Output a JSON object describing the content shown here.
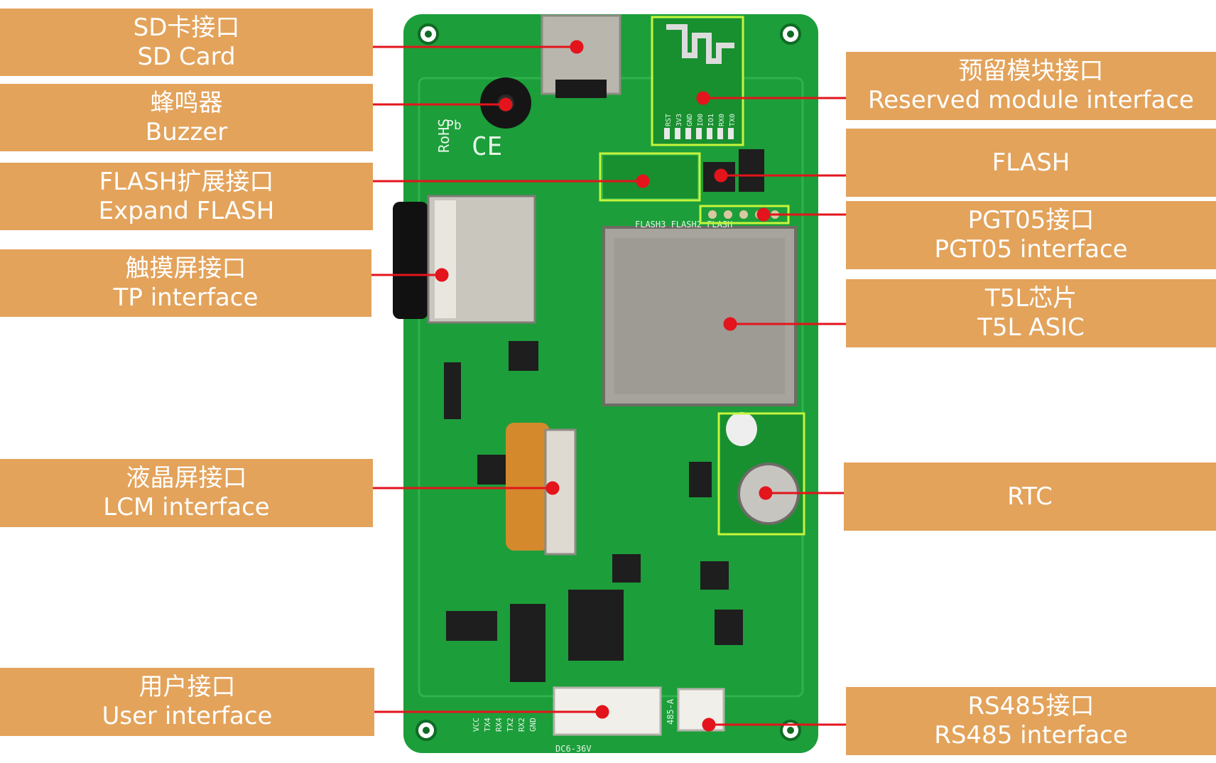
{
  "colors": {
    "label_bg": "#e3a35b",
    "label_text": "#ffffff",
    "pcb_green": "#1c9e3a",
    "callout_line": "#e3141c",
    "highlight_box": "#c6f53c"
  },
  "board_markings": {
    "rohs": "RoHS",
    "ce": "CE",
    "pb": "Pb",
    "flash_pads": "FLASH3 FLASH2 FLASH",
    "power": "DC6-36V",
    "rs485": "485-A",
    "pins_user": [
      "VCC",
      "TX4",
      "RX4",
      "TX2",
      "RX2",
      "GND"
    ],
    "pins_module": [
      "RST",
      "3V3",
      "GND",
      "IO0",
      "IO1",
      "RX0",
      "TX0"
    ]
  },
  "labels": {
    "sd_card": {
      "zh": "SD卡接口",
      "en": "SD Card"
    },
    "buzzer": {
      "zh": "蜂鸣器",
      "en": "Buzzer"
    },
    "expand_flash": {
      "zh": "FLASH扩展接口",
      "en": "Expand FLASH"
    },
    "tp_interface": {
      "zh": "触摸屏接口",
      "en": "TP interface"
    },
    "lcm_interface": {
      "zh": "液晶屏接口",
      "en": "LCM interface"
    },
    "user_interface": {
      "zh": "用户接口",
      "en": "User interface"
    },
    "reserved_module": {
      "zh": "预留模块接口",
      "en": "Reserved module interface"
    },
    "flash": {
      "en": "FLASH"
    },
    "pgt05": {
      "zh": "PGT05接口",
      "en": "PGT05 interface"
    },
    "t5l": {
      "zh": "T5L芯片",
      "en": "T5L ASIC"
    },
    "rtc": {
      "en": "RTC"
    },
    "rs485": {
      "zh": "RS485接口",
      "en": "RS485 interface"
    }
  }
}
